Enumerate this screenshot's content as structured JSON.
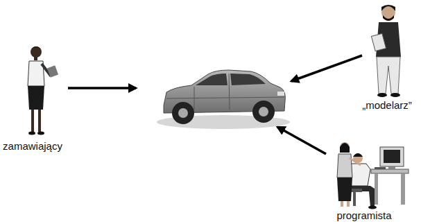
{
  "diagram": {
    "labels": [
      "zamawiający",
      "„modelarz”",
      "programista"
    ]
  }
}
